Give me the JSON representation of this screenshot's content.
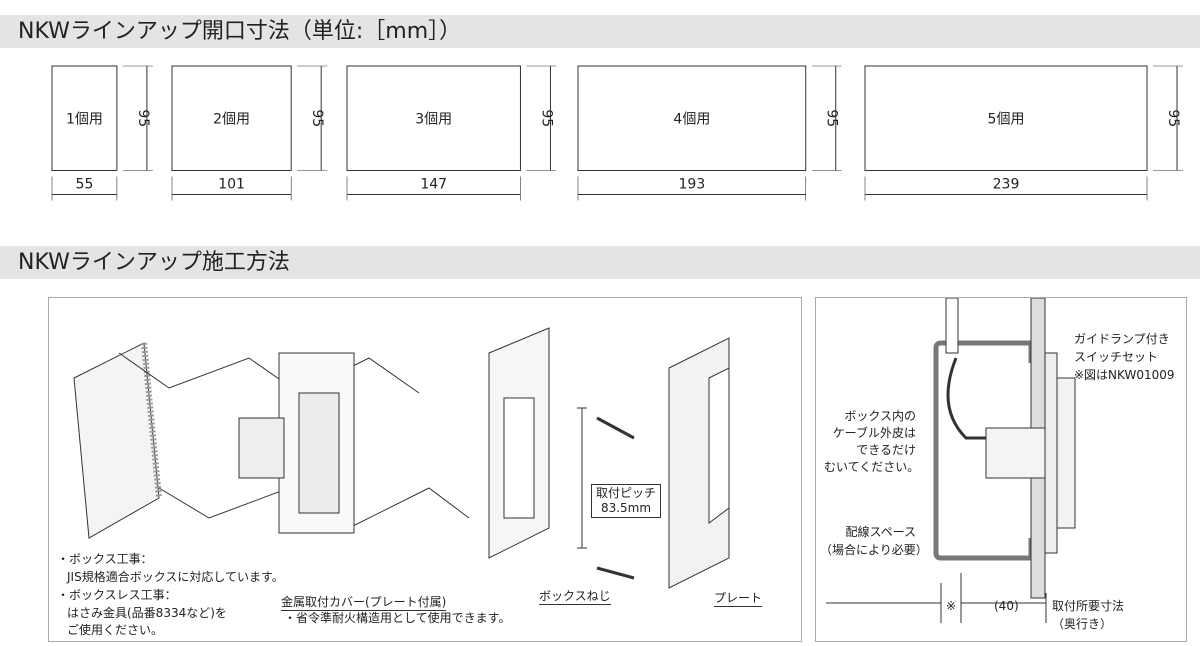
{
  "section1": {
    "title": "NKWラインアップ開口寸法（単位:［mm］）",
    "boxes": [
      {
        "label": "1個用",
        "width": 55,
        "height": 95
      },
      {
        "label": "2個用",
        "width": 101,
        "height": 95
      },
      {
        "label": "3個用",
        "width": 147,
        "height": 95
      },
      {
        "label": "4個用",
        "width": 193,
        "height": 95
      },
      {
        "label": "5個用",
        "width": 239,
        "height": 95
      }
    ]
  },
  "section2": {
    "title": "NKWラインアップ施工方法",
    "left": {
      "note1_title": "・ボックス工事：",
      "note1_body": "JIS規格適合ボックスに対応しています。",
      "note2_title": "・ボックスレス工事：",
      "note2_body1": "はさみ金具(品番8334など)を",
      "note2_body2": "ご使用ください。",
      "cover_label": "金属取付カバー(プレート付属)",
      "cover_note": "・省令準耐火構造用として使用できます。",
      "pitch_label": "取付ピッチ",
      "pitch_value": "83.5mm",
      "screw_label": "ボックスねじ",
      "plate_label": "プレート"
    },
    "right": {
      "set1": "ガイドランプ付き",
      "set2": "スイッチセット",
      "set3": "※図はNKW01009",
      "cable1": "ボックス内の",
      "cable2": "ケーブル外皮は",
      "cable3": "できるだけ",
      "cable4": "むいてください。",
      "space1": "配線スペース",
      "space2": "（場合により必要）",
      "mark": "※",
      "depth": "(40)",
      "req1": "取付所要寸法",
      "req2": "（奥行き）"
    }
  }
}
